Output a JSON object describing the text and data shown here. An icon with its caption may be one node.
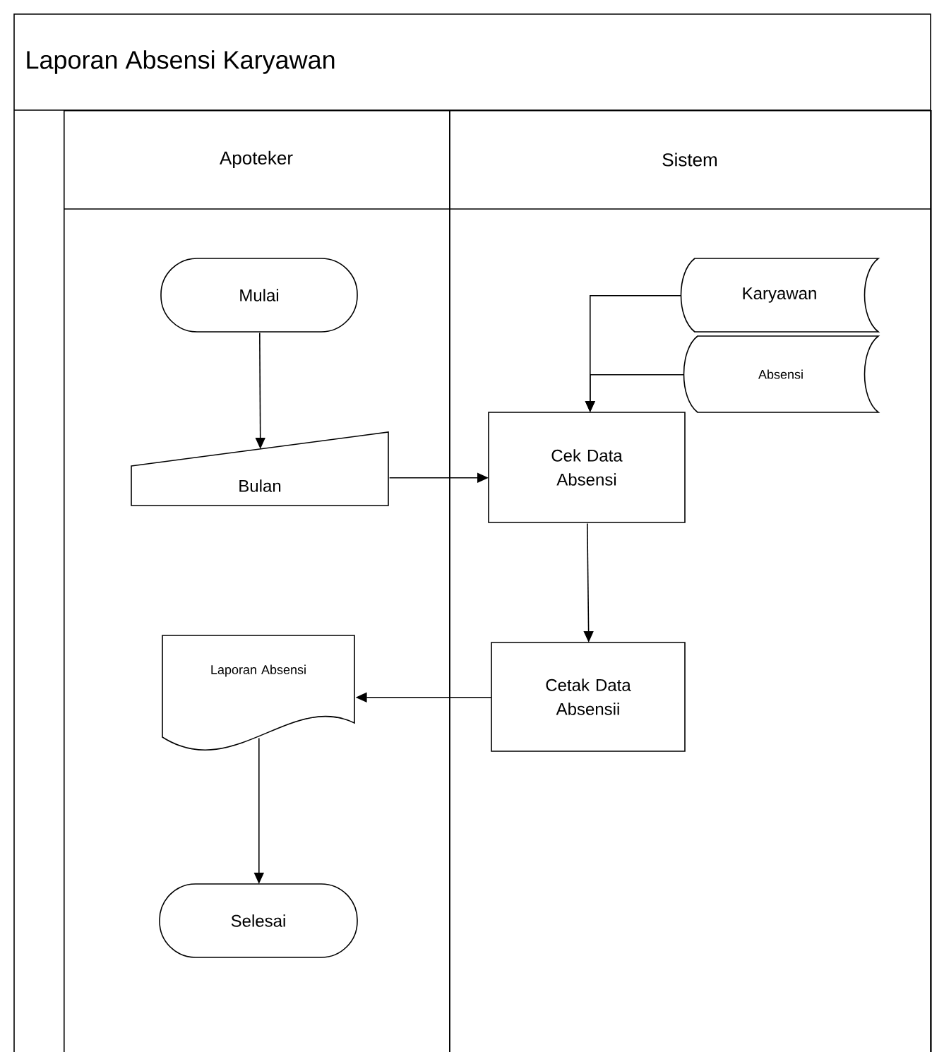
{
  "diagram": {
    "title": "Laporan Absensi Karyawan",
    "nodes": [
      {
        "text": [
          "Apoteker"
        ]
      },
      {
        "text": [
          "Sistem"
        ]
      },
      {
        "text": [
          "Mulai"
        ],
        "in": 0
      },
      {
        "text": [
          "Bulan"
        ],
        "in": 0
      },
      {
        "text": [
          "Karyawan"
        ],
        "in": 1
      },
      {
        "text": [
          "Absensi"
        ],
        "in": 1
      },
      {
        "text": [
          "Cek Data Absensi"
        ],
        "in": 1
      },
      {
        "text": [
          "Cetak Data Absensii"
        ],
        "in": 1
      },
      {
        "text": [
          "Laporan Absensi"
        ],
        "in": 0
      },
      {
        "text": [
          "Selesai"
        ],
        "in": 0
      }
    ],
    "edges": [
      {
        "from": 2,
        "to": 3,
        "arrow": "to"
      },
      {
        "from": 3,
        "to": 6,
        "arrow": "to"
      },
      {
        "from": 4,
        "to": 6,
        "arrow": "to"
      },
      {
        "from": 5,
        "to": 6,
        "arrow": "to"
      },
      {
        "from": 6,
        "to": 7,
        "arrow": "to"
      },
      {
        "from": 7,
        "to": 8,
        "arrow": "to"
      },
      {
        "from": 8,
        "to": 9,
        "arrow": "to"
      }
    ]
  }
}
